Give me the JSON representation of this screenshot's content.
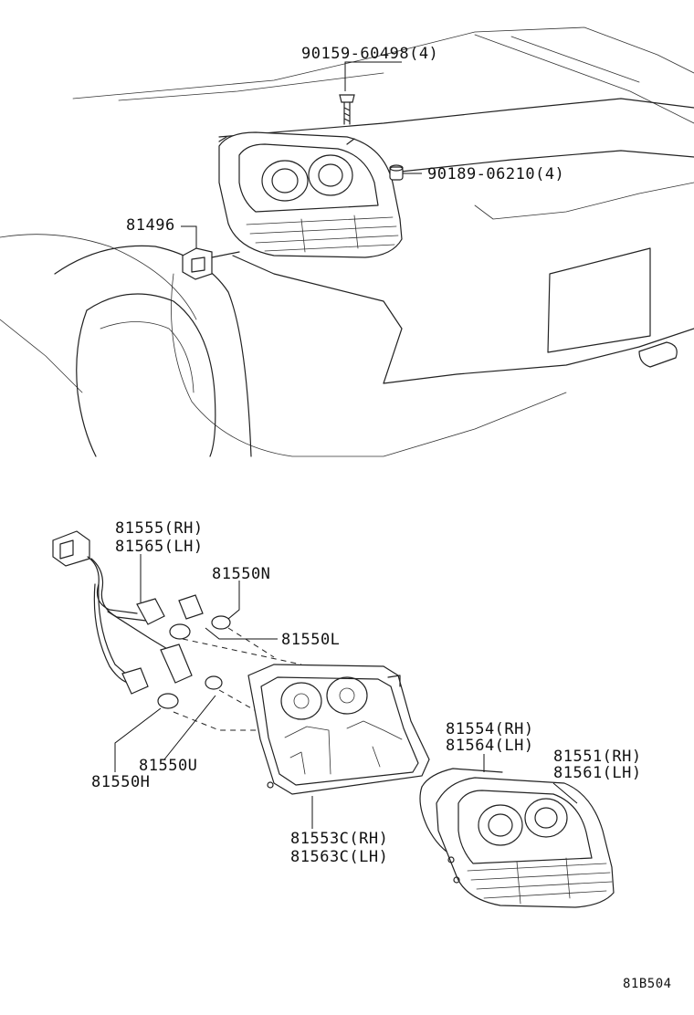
{
  "labels": {
    "screw": "90159-60498(4)",
    "nut": "90189-06210(4)",
    "bracket": "81496",
    "wiring_rh": "81555(RH)",
    "wiring_lh": "81565(LH)",
    "bulb_n": "81550N",
    "bulb_l": "81550L",
    "bulb_u": "81550U",
    "bulb_h": "81550H",
    "gasket_rh": "81554(RH)",
    "gasket_lh": "81564(LH)",
    "lens_rh": "81551(RH)",
    "lens_lh": "81561(LH)",
    "housing_rh": "81553C(RH)",
    "housing_lh": "81563C(LH)"
  },
  "figure_code": "81B504"
}
